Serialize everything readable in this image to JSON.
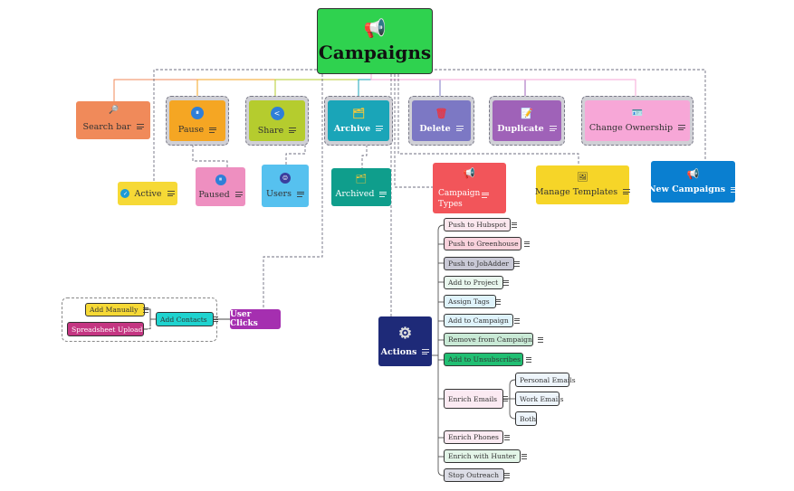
{
  "root": {
    "label": "Campaigns",
    "icon": "megaphone-icon"
  },
  "level1": [
    {
      "key": "search",
      "label": "Search bar",
      "icon": "magnifier-icon",
      "fill": "#f08a5a"
    },
    {
      "key": "pause",
      "label": "Pause",
      "icon": "pause-icon",
      "fill": "#f5a623"
    },
    {
      "key": "share",
      "label": "Share",
      "icon": "share-icon",
      "fill": "#b5cc2e"
    },
    {
      "key": "archive",
      "label": "Archive",
      "icon": "folder-icon",
      "fill": "#1aa5b8"
    },
    {
      "key": "delete",
      "label": "Delete",
      "icon": "trash-icon",
      "fill": "#7c78c4"
    },
    {
      "key": "duplicate",
      "label": "Duplicate",
      "icon": "note-icon",
      "fill": "#9f62b8"
    },
    {
      "key": "ownership",
      "label": "Change Ownership",
      "icon": "person-card-icon",
      "fill": "#f7a7d7"
    }
  ],
  "level2": {
    "active": {
      "label": "Active",
      "icon": "check-circle-icon",
      "fill": "#f6d936"
    },
    "paused": {
      "label": "Paused",
      "icon": "pause-icon",
      "fill": "#ee8fc0"
    },
    "users": {
      "label": "Users",
      "icon": "user-icon",
      "fill": "#56c1ef"
    },
    "archived": {
      "label": "Archived",
      "icon": "folder-icon",
      "fill": "#0f9e8c"
    },
    "campaign_types": {
      "label": "Campaign\nTypes",
      "icon": "megaphone-icon",
      "fill": "#f2555a"
    },
    "manage_templates": {
      "label": "Manage Templates",
      "icon": "template-icon",
      "fill": "#f6d528"
    },
    "new_campaigns": {
      "label": "New Campaigns",
      "icon": "megaphone-icon",
      "fill": "#0a7fd0"
    }
  },
  "user_clicks": {
    "label": "User Clicks",
    "add_contacts": "Add Contacts",
    "add_manually": "Add Manually",
    "spreadsheet_upload": "Spreadsheet Upload"
  },
  "actions": {
    "label": "Actions",
    "icon": "gears-icon",
    "items": [
      "Push to Hubspot",
      "Push to Greenhouse",
      "Push to JobAdder",
      "Add to Project",
      "Assign Tags",
      "Add to Campaign",
      "Remove from Campaign",
      "Add to Unsubscribes",
      "Enrich Emails",
      "Enrich Phones",
      "Enrich with Hunter",
      "Stop Outreach"
    ],
    "enrich_children": [
      "Personal Emails",
      "Work Emails",
      "Both"
    ]
  }
}
